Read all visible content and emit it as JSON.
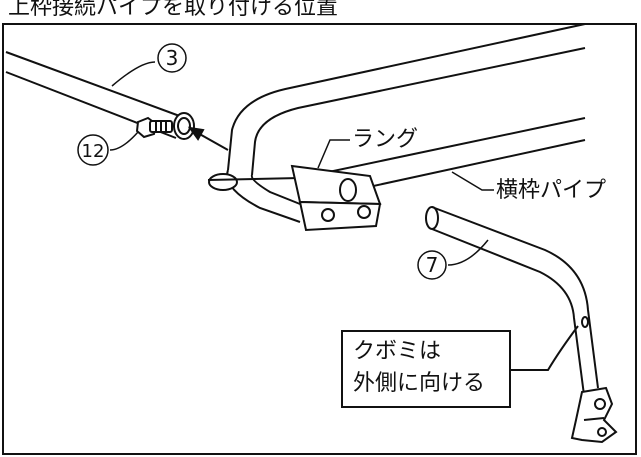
{
  "header_text": "上枠接続パイプを取り付ける位置",
  "labels": {
    "part_3": "3",
    "part_12": "12",
    "part_7": "7",
    "flange": "ラング",
    "horizontal_pipe": "横枠パイプ"
  },
  "callout": {
    "line1": "クボミは",
    "line2": "外側に向ける"
  }
}
